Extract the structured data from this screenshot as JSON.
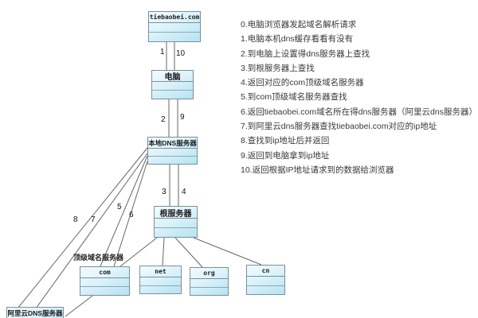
{
  "diagram": {
    "nodes": {
      "tiebaobei": {
        "label": "tiebaobei.com"
      },
      "computer": {
        "label": "电脑"
      },
      "local_dns": {
        "label": "本地DNS服务器"
      },
      "root_server": {
        "label": "根服务器"
      },
      "com": {
        "label": "com"
      },
      "net": {
        "label": "net"
      },
      "org": {
        "label": "org"
      },
      "cn": {
        "label": "cn"
      },
      "aliyun_dns": {
        "label": "阿里云DNS服务器"
      }
    },
    "free_labels": {
      "tld_server": "顶级域名服务器"
    },
    "edge_labels": [
      "1",
      "10",
      "2",
      "9",
      "3",
      "4",
      "5",
      "6",
      "7",
      "8"
    ],
    "colors": {
      "box_fill_light": "#f4fbfe",
      "box_fill_dark": "#b5e3f2",
      "box_border": "#7b8f9c",
      "connector_line": "#666666",
      "text": "#3a3a3a"
    }
  },
  "steps": [
    "0.电脑浏览器发起域名解析请求",
    "1.电脑本机dns缓存看看有没有",
    "2.到电脑上设置得dns服务器上查找",
    "3.到根服务器上查找",
    "4.返回对应的com顶级域名服务器",
    "5.到com顶级域名服务器查找",
    "6.返回tiebaobei.com域名所在得dns服务器（阿里云dns服务器）",
    "7.到阿里云dns服务器查找tiebaobei.com对应的ip地址",
    "8.查找到ip地址后并返回",
    "9.返回到电脑拿到ip地址",
    "10.返回根据IP地址请求到的数据给浏览器"
  ]
}
